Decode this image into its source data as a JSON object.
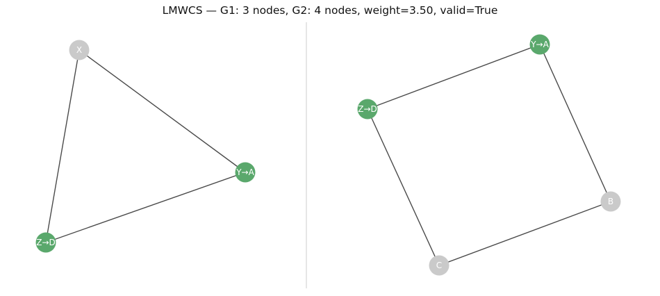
{
  "title": "LMWCS — G1: 3 nodes, G2: 4 nodes, weight=3.50, valid=True",
  "colors": {
    "matched": "#5aa86c",
    "unmatched": "#cacaca",
    "edge": "#4a4a4a",
    "divider": "#cccccc",
    "label": "#ffffff"
  },
  "graphs": [
    {
      "nodes": [
        {
          "id": "X",
          "label": "X",
          "matched": false
        },
        {
          "id": "Y",
          "label": "Y→A",
          "matched": true
        },
        {
          "id": "Z",
          "label": "Z→D",
          "matched": true
        }
      ],
      "edges": [
        [
          "X",
          "Y"
        ],
        [
          "X",
          "Z"
        ],
        [
          "Y",
          "Z"
        ]
      ]
    },
    {
      "nodes": [
        {
          "id": "A",
          "label": "Y→A",
          "matched": true
        },
        {
          "id": "D",
          "label": "Z→D",
          "matched": true
        },
        {
          "id": "B",
          "label": "B",
          "matched": false
        },
        {
          "id": "C",
          "label": "C",
          "matched": false
        }
      ],
      "edges": [
        [
          "A",
          "D"
        ],
        [
          "A",
          "B"
        ],
        [
          "B",
          "C"
        ],
        [
          "C",
          "D"
        ]
      ]
    }
  ]
}
